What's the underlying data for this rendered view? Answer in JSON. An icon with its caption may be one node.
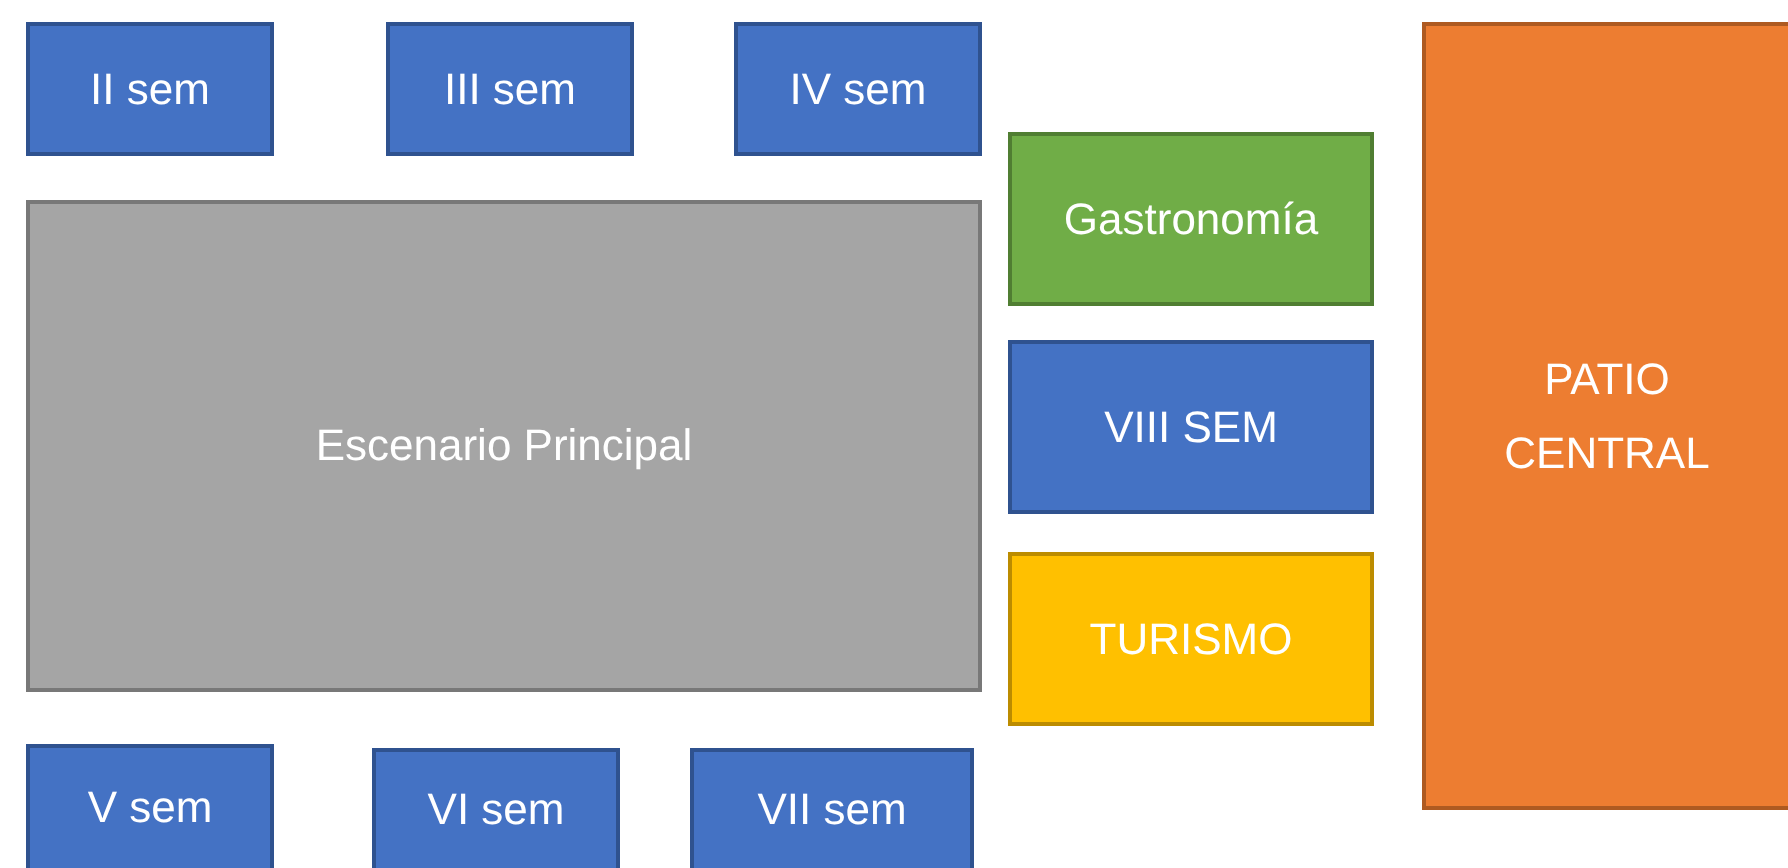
{
  "diagram": {
    "nodes": [
      {
        "text": [
          "II sem"
        ]
      },
      {
        "text": [
          "III sem"
        ]
      },
      {
        "text": [
          "IV sem"
        ]
      },
      {
        "text": [
          "Gastronomía"
        ]
      },
      {
        "text": [
          "PATIO CENTRAL"
        ]
      },
      {
        "text": [
          "Escenario Principal"
        ]
      },
      {
        "text": [
          "VIII SEM"
        ]
      },
      {
        "text": [
          "TURISMO"
        ]
      },
      {
        "text": [
          "V sem"
        ]
      },
      {
        "text": [
          "VI sem"
        ]
      },
      {
        "text": [
          "VII sem"
        ]
      }
    ]
  }
}
